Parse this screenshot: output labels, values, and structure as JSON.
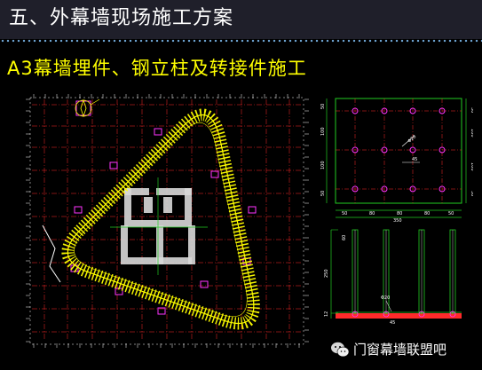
{
  "slide": {
    "title": "五、外幕墙现场施工方案",
    "subtitle": "A3幕墙埋件、钢立柱及转接件施工"
  },
  "detail_drawing": {
    "top_dims_right": [
      "50",
      "100",
      "100",
      "50"
    ],
    "top_dims_left": [
      "50",
      "100",
      "100",
      "50"
    ],
    "bottom_dims": [
      "50",
      "80",
      "80",
      "80",
      "50"
    ],
    "total_width": "350",
    "hole_label": "Φ20",
    "offset_label": "45",
    "section_dim_top": "60",
    "section_dim_mid": "250",
    "section_dim_bottom": "12",
    "section_hole_label": "Φ20",
    "section_offset_label": "45"
  },
  "watermark": {
    "icon": "wechat-icon",
    "text": "门窗幕墙联盟吧"
  },
  "colors": {
    "background": "#000000",
    "header_bg": "#1f1f2a",
    "title_text": "#ffffff",
    "subtitle_text": "#ffff00",
    "cad_yellow": "#ffff00",
    "cad_red": "#ff2a2a",
    "cad_green": "#22cc22",
    "cad_magenta": "#ff33ff",
    "cad_white": "#ffffff"
  }
}
